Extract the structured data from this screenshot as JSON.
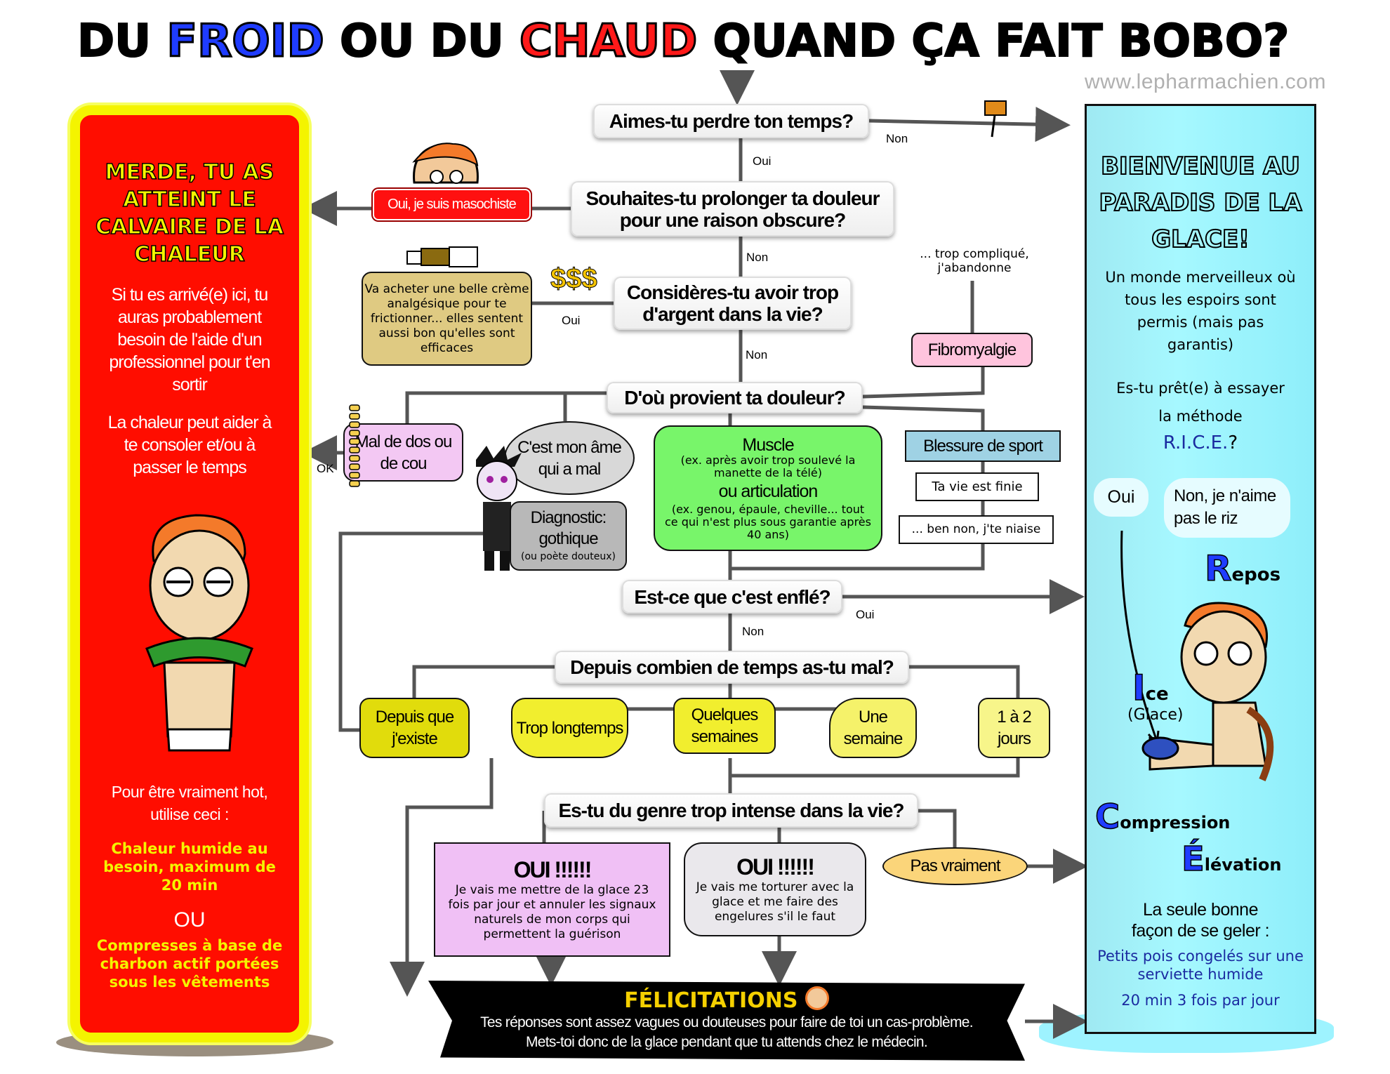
{
  "title": {
    "part1": "DU ",
    "froid": "FROID",
    "part2": " OU DU ",
    "chaud": "CHAUD",
    "part3": " QUAND ÇA FAIT BOBO?"
  },
  "website": "www.lepharmachien.com",
  "colors": {
    "froid": "#1f3cff",
    "chaud": "#ff1a1a",
    "heat_panel": "#ff0d00",
    "heat_border": "#f4f400",
    "ice_panel": "#a6f8ff",
    "line": "#555555"
  },
  "questions": {
    "q1": "Aimes-tu perdre ton temps?",
    "q2": "Souhaites-tu prolonger ta douleur pour une raison obscure?",
    "q3": "Considères-tu avoir trop d'argent dans la vie?",
    "q4": "D'où provient ta douleur?",
    "q5": "Est-ce que c'est enflé?",
    "q6": "Depuis combien de temps as-tu mal?",
    "q7": "Es-tu du genre trop intense dans la vie?"
  },
  "edge_labels": {
    "q1_non": "Non",
    "q1_oui": "Oui",
    "q2_non": "Non",
    "q3_oui": "Oui",
    "q3_non": "Non",
    "ok": "OK",
    "q5_oui": "Oui",
    "q5_non": "Non"
  },
  "masochist": "Oui, je suis masochiste",
  "money_symbol": "$$$",
  "cream": "Va acheter une belle crème analgésique pour te frictionner... elles sentent aussi bon qu'elles sont efficaces",
  "abandon": "... trop compliqué, j'abandonne",
  "fibromyalgia": "Fibromyalgie",
  "pain_sources": {
    "back": "Mal de dos ou de cou",
    "soul": "C'est mon âme qui a mal",
    "goth_title": "Diagnostic: gothique",
    "goth_sub": "(ou poète douteux)",
    "muscle": "Muscle",
    "muscle_ex": "(ex. après avoir trop soulevé la manette de la télé)",
    "articulation": "ou articulation",
    "articulation_ex": "(ex. genou, épaule, cheville... tout ce qui n'est plus sous garantie après 40 ans)",
    "sport": "Blessure de sport",
    "life_over": "Ta vie est finie",
    "kidding": "... ben non, j'te niaise"
  },
  "durations": [
    "Depuis que j'existe",
    "Trop longtemps",
    "Quelques semaines",
    "Une semaine",
    "1 à 2 jours"
  ],
  "intense": {
    "oui1_title": "OUI !!!!!!",
    "oui1_text": "Je vais me mettre de la glace 23 fois par jour et annuler les signaux naturels de mon corps qui permettent la guérison",
    "oui2_title": "OUI !!!!!!",
    "oui2_text": "Je vais me torturer avec la glace et me faire des engelures s'il le faut",
    "pas_vraiment": "Pas vraiment"
  },
  "congrats": {
    "title": "FÉLICITATIONS",
    "line1": "Tes réponses sont assez vagues ou douteuses pour faire de toi un cas-problème.",
    "line2": "Mets-toi donc de la glace pendant que tu attends chez le médecin."
  },
  "heat_panel": {
    "heading": "MERDE, TU AS ATTEINT LE CALVAIRE DE LA CHALEUR",
    "p1": "Si tu es arrivé(e) ici, tu auras probablement besoin de l'aide d'un professionnel pour t'en sortir",
    "p2": "La chaleur peut aider à te consoler et/ou à passer le temps",
    "p3": "Pour être vraiment hot, utilise ceci :",
    "opt1": "Chaleur humide au besoin, maximum de 20 min",
    "or": "OU",
    "opt2": "Compresses à base de charbon actif portées sous les vêtements"
  },
  "ice_panel": {
    "heading": "BIENVENUE AU PARADIS DE LA GLACE!",
    "p1": "Un monde merveilleux où tous les espoirs sont permis (mais pas garantis)",
    "p2": "Es-tu prêt(e) à essayer la méthode",
    "rice": "R.I.C.E.",
    "qmark": "?",
    "oui": "Oui",
    "non": "Non, je n'aime pas le riz",
    "r_letter": "R",
    "r_rest": "epos",
    "i_letter": "I",
    "i_rest": "ce",
    "i_sub": "(Glace)",
    "c_letter": "C",
    "c_rest": "ompression",
    "e_letter": "É",
    "e_rest": "lévation",
    "p3": "La seule bonne façon de se geler :",
    "tip": "Petits pois congelés sur une serviette humide",
    "freq": "20 min 3 fois par jour"
  }
}
